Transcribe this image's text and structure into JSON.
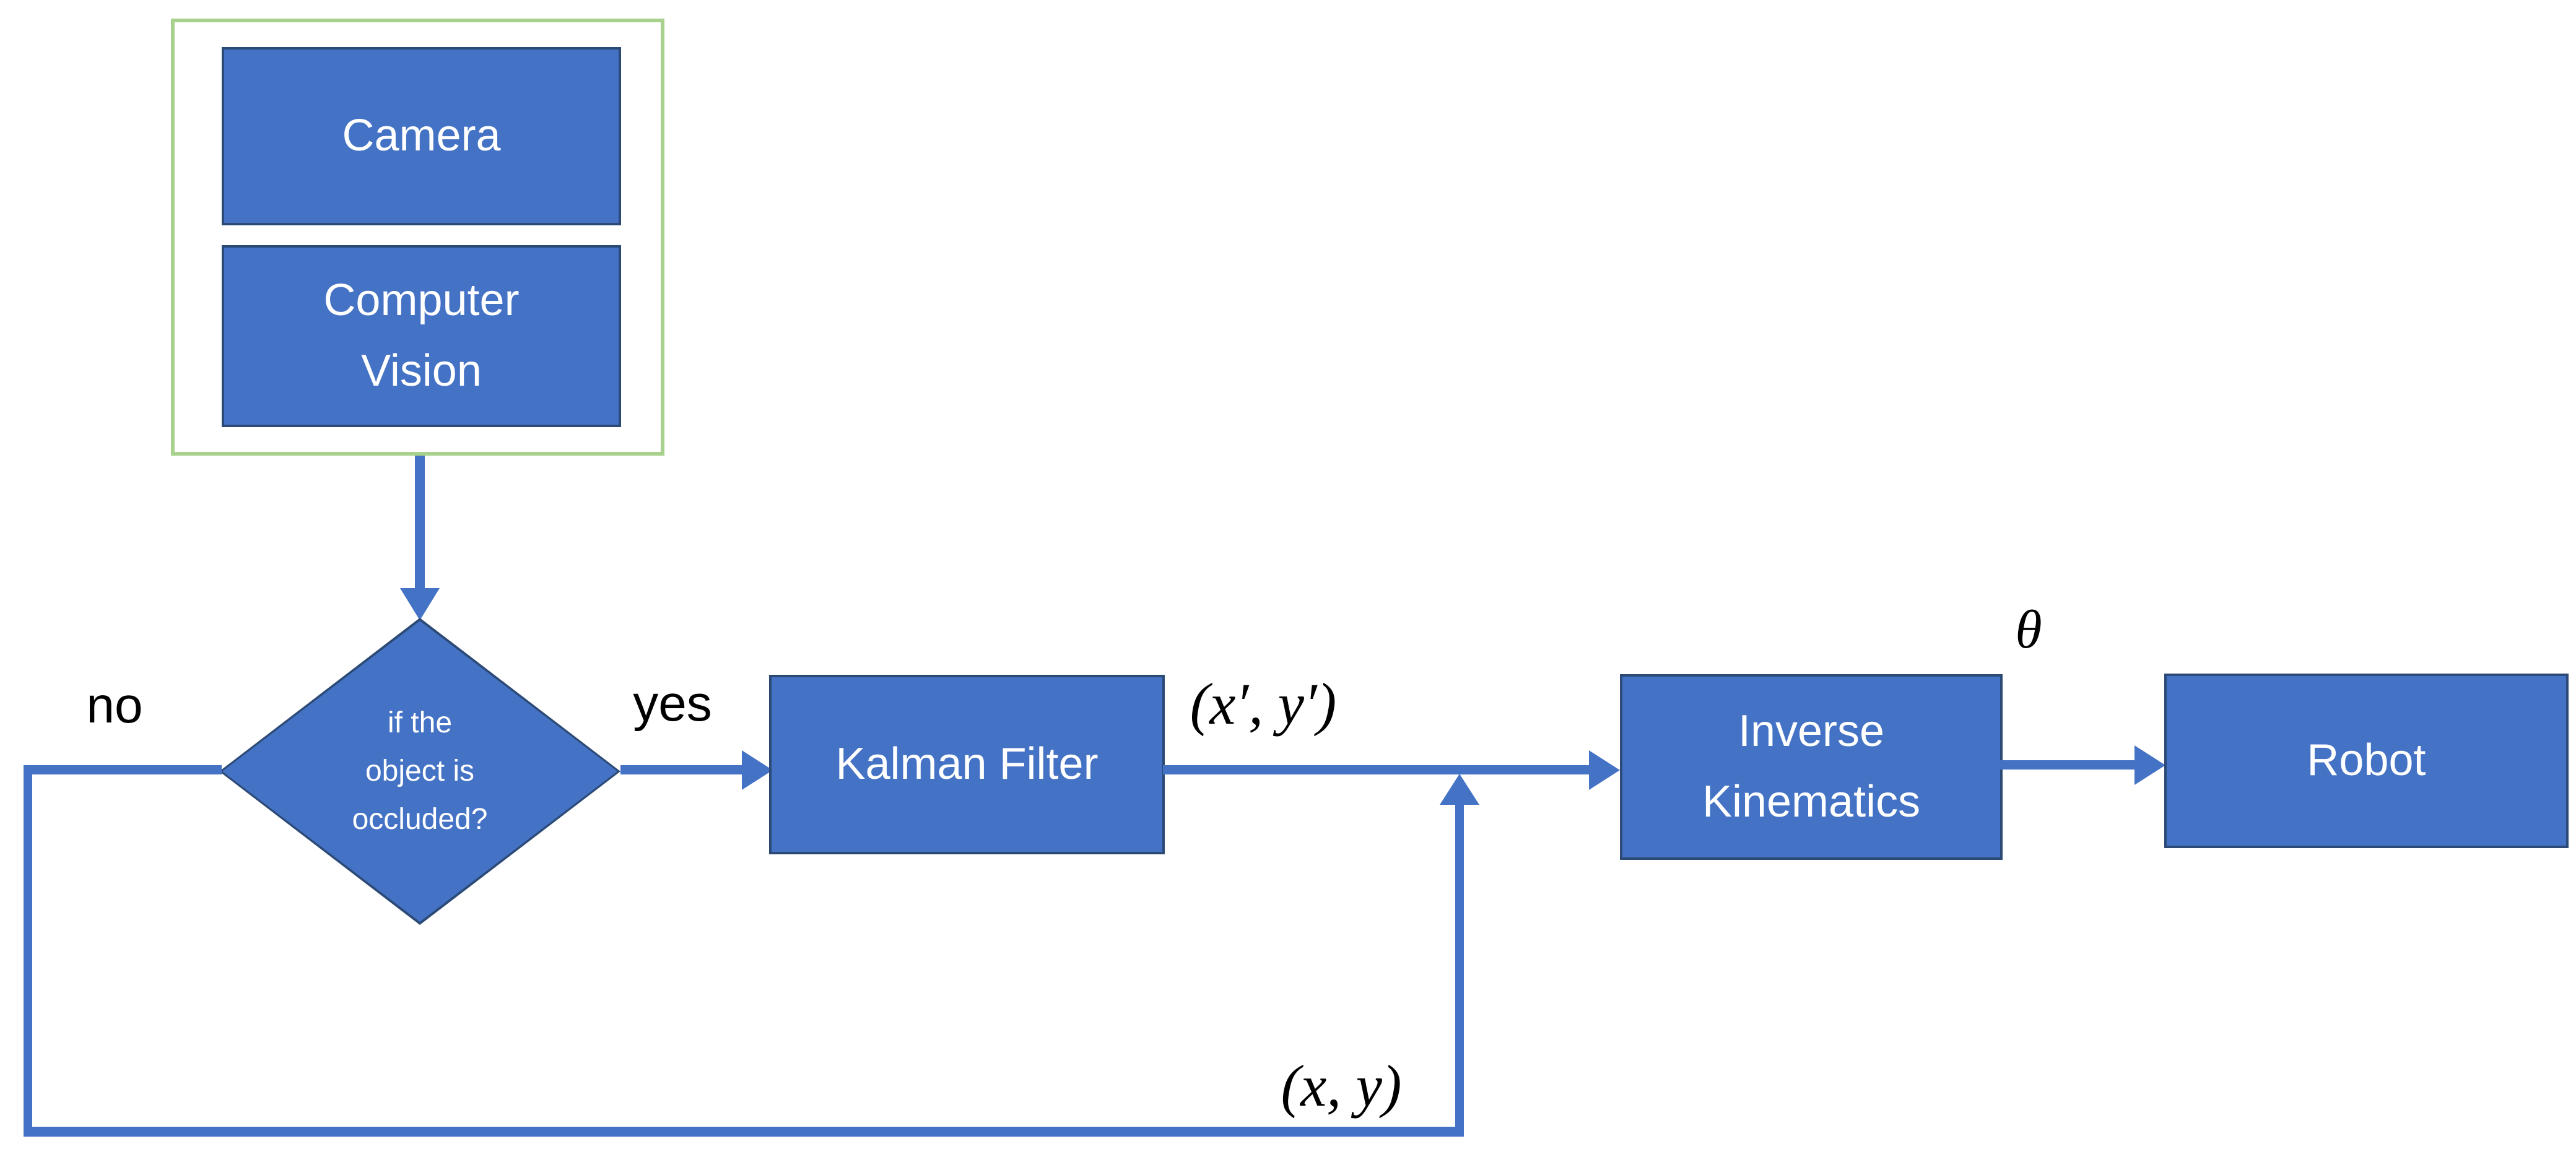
{
  "colors": {
    "box_fill": "#4472C4",
    "box_border": "#2C4A76",
    "connector": "#4472C4",
    "group_border": "#A9D18E",
    "canvas_bg": "#FFFFFF",
    "box_text": "#FFFFFF",
    "label_text": "#000000"
  },
  "nodes": {
    "camera": "Camera",
    "computer_vision": "Computer Vision",
    "decision": {
      "line1": "if the",
      "line2": "object is",
      "line3": "occluded?"
    },
    "kalman": "Kalman Filter",
    "inverse_kinematics": "Inverse Kinematics",
    "robot": "Robot"
  },
  "labels": {
    "no": "no",
    "yes": "yes",
    "kalman_output": "(x′, y′)",
    "theta": "θ",
    "feedback": "(x, y)"
  }
}
